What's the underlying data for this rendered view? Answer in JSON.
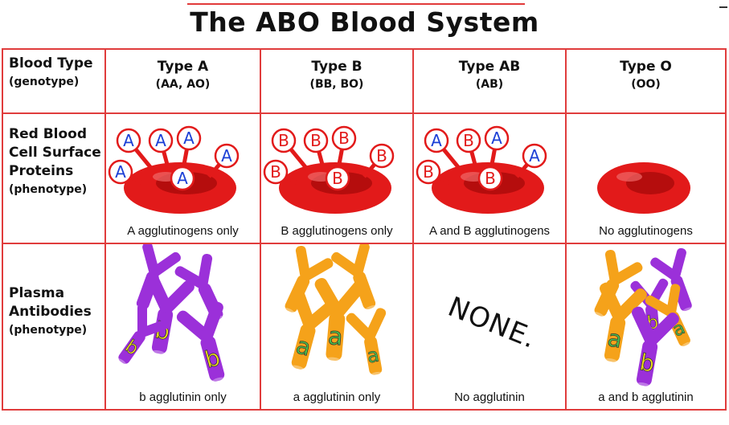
{
  "title": "The ABO Blood System",
  "header": {
    "row_label": "Blood Type",
    "row_label_sub": "(genotype)",
    "columns": [
      {
        "type": "Type A",
        "genotype": "(AA, AO)"
      },
      {
        "type": "Type B",
        "genotype": "(BB, BO)"
      },
      {
        "type": "Type AB",
        "genotype": "(AB)"
      },
      {
        "type": "Type O",
        "genotype": "(OO)"
      }
    ]
  },
  "rbc": {
    "label_lines": [
      "Red Blood",
      "Cell Surface",
      "Proteins"
    ],
    "label_sub": "(phenotype)",
    "captions": [
      "A agglutinogens only",
      "B agglutinogens only",
      "A and B agglutinogens",
      "No agglutinogens"
    ],
    "antigens": [
      [
        "A",
        "A",
        "A",
        "A",
        "A",
        "A"
      ],
      [
        "B",
        "B",
        "B",
        "B",
        "B",
        "B"
      ],
      [
        "A",
        "B",
        "A",
        "B",
        "B",
        "A"
      ],
      []
    ]
  },
  "antibodies": {
    "label_lines": [
      "Plasma",
      "Antibodies"
    ],
    "label_sub": "(phenotype)",
    "captions": [
      "b agglutinin only",
      "a agglutinin only",
      "No agglutinin",
      "a and b agglutinin"
    ],
    "none_text": "NONE."
  },
  "colors": {
    "grid_line": "#e03c3c",
    "cell_red": "#e21a1a",
    "antibody_purple": "#9b30d9",
    "antibody_orange": "#f5a21a",
    "label_yellow": "#f3e21a",
    "label_green": "#4cc54c",
    "antigen_blue": "#1b3fd6"
  }
}
